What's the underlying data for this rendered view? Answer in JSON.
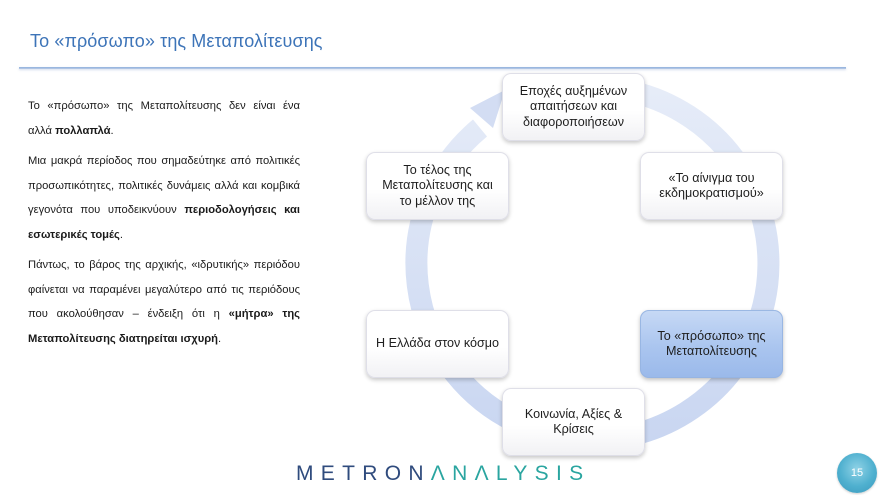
{
  "slide": {
    "title": "Το «πρόσωπο» της Μεταπολίτευσης",
    "page_number": "15"
  },
  "body": {
    "p1_normal": "Το «πρόσωπο» της Μεταπολίτευσης δεν είναι ένα αλλά ",
    "p1_bold": "πολλαπλά",
    "p1_end": ".",
    "p2_normal": "Μια μακρά περίοδος που σημαδεύτηκε από πολιτικές προσωπικότητες, πολιτικές δυνάμεις αλλά και κομβικά γεγονότα που υποδεικνύουν ",
    "p2_bold": "περιοδολογήσεις και εσωτερικές τομές",
    "p2_end": ".",
    "p3_normal": "Πάντως, το βάρος της αρχικής, «ιδρυτικής» περιόδου φαίνεται να παραμένει μεγαλύτερο από τις περιόδους που ακολούθησαν – ένδειξη ότι η ",
    "p3_bold": "«μήτρα» της Μεταπολίτευσης διατηρείται ισχυρή",
    "p3_end": "."
  },
  "cycle": {
    "arrow_color": "#dbe4f6",
    "active_color": "#a9c4ee",
    "nodes": [
      {
        "label": "Εποχές αυξημένων\nαπαιτήσεων και\nδιαφοροποιήσεων",
        "active": false
      },
      {
        "label": "«Το αίνιγμα του\nεκδημοκρατισμού»",
        "active": false
      },
      {
        "label": "Το «πρόσωπο» της\nΜεταπολίτευσης",
        "active": true
      },
      {
        "label": "Κοινωνία, Αξίες &\nΚρίσεις",
        "active": false
      },
      {
        "label": "Η Ελλάδα στον κόσμο",
        "active": false
      },
      {
        "label": "Το τέλος της\nΜεταπολίτευσης και\nτο μέλλον της",
        "active": false
      }
    ]
  },
  "footer": {
    "logo_part1": "METRON",
    "logo_part2": "ΛNΛLYSIS"
  }
}
